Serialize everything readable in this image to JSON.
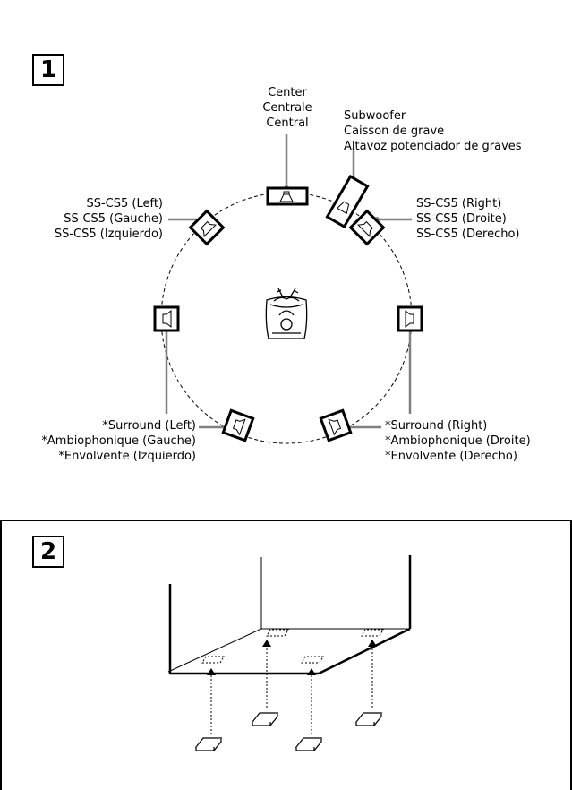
{
  "figure1": {
    "number": "1",
    "labels": {
      "center": [
        "Center",
        "Centrale",
        "Central"
      ],
      "subwoofer": [
        "Subwoofer",
        "Caisson de grave",
        "Altavoz potenciador de graves"
      ],
      "front_left": [
        "SS-CS5 (Left)",
        "SS-CS5 (Gauche)",
        "SS-CS5 (Izquierdo)"
      ],
      "front_right": [
        "SS-CS5 (Right)",
        "SS-CS5 (Droite)",
        "SS-CS5 (Derecho)"
      ],
      "surround_left": [
        "*Surround (Left)",
        "*Ambiophonique (Gauche)",
        "*Envolvente (Izquierdo)"
      ],
      "surround_right": [
        "*Surround (Right)",
        "*Ambiophonique (Droite)",
        "*Envolvente (Derecho)"
      ]
    }
  },
  "figure2": {
    "number": "2"
  },
  "colors": {
    "ink": "#000000",
    "background": "#ffffff"
  },
  "icons": [
    "speaker-icon",
    "listener-armchair-icon",
    "foot-pad-icon"
  ]
}
